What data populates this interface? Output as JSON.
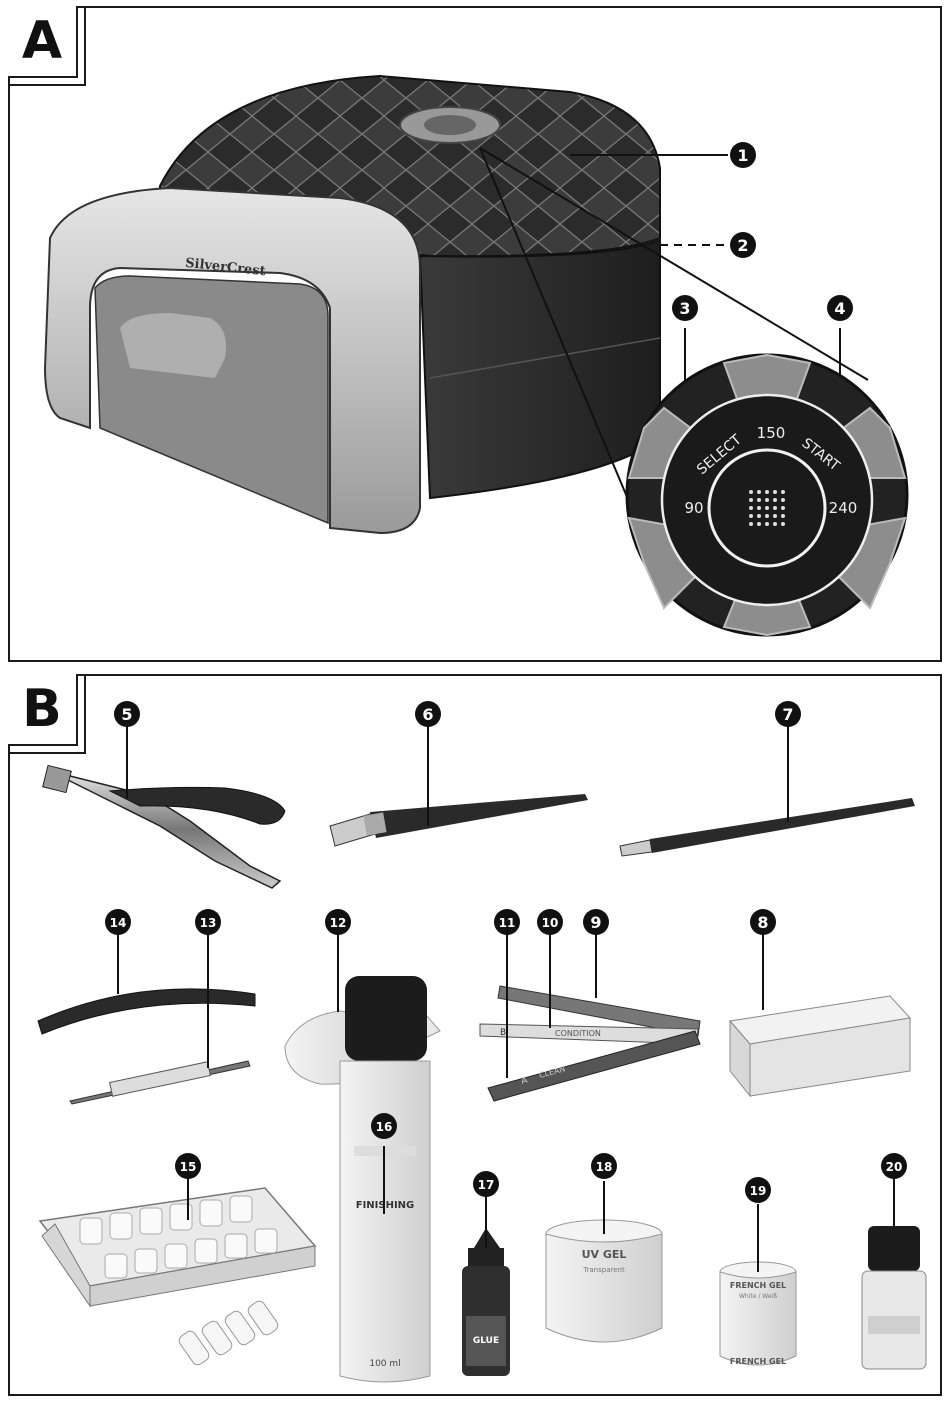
{
  "figure_a": {
    "tag": "A",
    "brand": "SilverCrest",
    "callouts": [
      "1",
      "2",
      "3",
      "4"
    ],
    "dial": {
      "select_label": "SELECT",
      "start_label": "START",
      "time_90": "90",
      "time_150": "150",
      "time_240": "240"
    }
  },
  "figure_b": {
    "tag": "B",
    "callouts": [
      "5",
      "6",
      "7",
      "8",
      "9",
      "10",
      "11",
      "12",
      "13",
      "14",
      "15",
      "16",
      "17",
      "18",
      "19",
      "20"
    ],
    "files": {
      "b_label": "B",
      "b_text": "CONDITION",
      "a_label": "A",
      "a_text": "CLEAN"
    },
    "bottles": {
      "finishing": "FINISHING",
      "finishing_volume": "100 ml",
      "glue": "GLUE",
      "uv_gel": "UV GEL",
      "uv_gel_sub": "Transparent",
      "french_gel": "FRENCH GEL",
      "french_gel_sub": "White / Weiß",
      "french_gel_bottom": "FRENCH GEL"
    }
  }
}
